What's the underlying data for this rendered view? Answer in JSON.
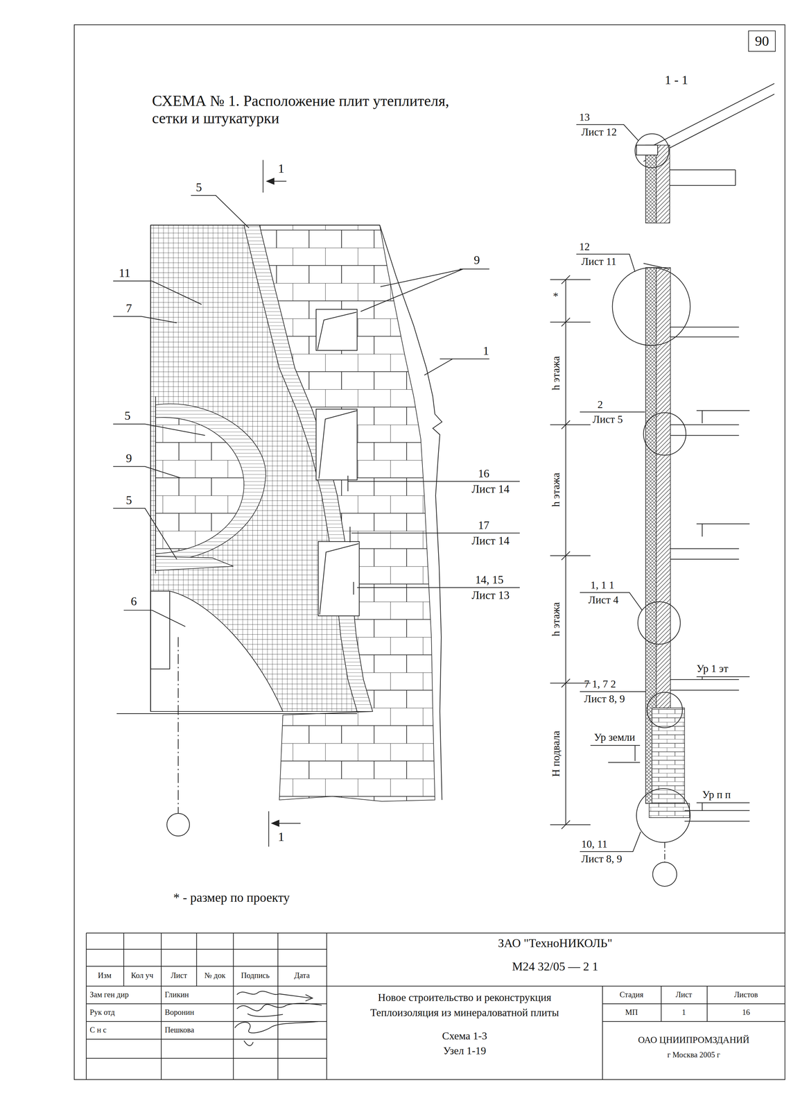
{
  "diagram": {
    "title": "СХЕМА № 1. Расположение плит утеплителя, сетки и штукатурки",
    "nodes": [
      {
        "text": [
          "90"
        ]
      }
    ],
    "labels": [
      "1 - 1",
      "1",
      "1",
      "5",
      "11",
      "7",
      "9",
      "1",
      "5",
      "9",
      "5",
      "6",
      "16",
      "Лист 14",
      "17",
      "Лист 14",
      "14, 15",
      "Лист 13",
      "13",
      "Лист 12",
      "12",
      "Лист 11",
      "*",
      "h этажа",
      "2",
      "Лист 5",
      "h этажа",
      "1, 1 1",
      "Лист 4",
      "h этажа",
      "Ур 1 эт",
      "7 1, 7 2",
      "Лист 8, 9",
      "Ур земли",
      "H подвала",
      "Ур п п",
      "10, 11",
      "Лист 8, 9",
      "* - размер по проекту",
      "ЗАО \"ТехноНИКОЛЬ\"",
      "М24 32/05 — 2 1",
      "Изм",
      "Кол уч",
      "Лист",
      "№ док",
      "Подпись",
      "Дата",
      "Зам ген дир",
      "Гликин",
      "Рук отд",
      "Воронин",
      "С н с",
      "Пешкова",
      "Новое строительство и реконструкция",
      "Теплоизоляция из минераловатной плиты",
      "Схема 1-3",
      "Узел 1-19",
      "Стадия",
      "Лист",
      "Листов",
      "МП",
      "1",
      "16",
      "ОАО ЦНИИПРОМЗДАНИЙ",
      "г Москва 2005 г"
    ]
  }
}
